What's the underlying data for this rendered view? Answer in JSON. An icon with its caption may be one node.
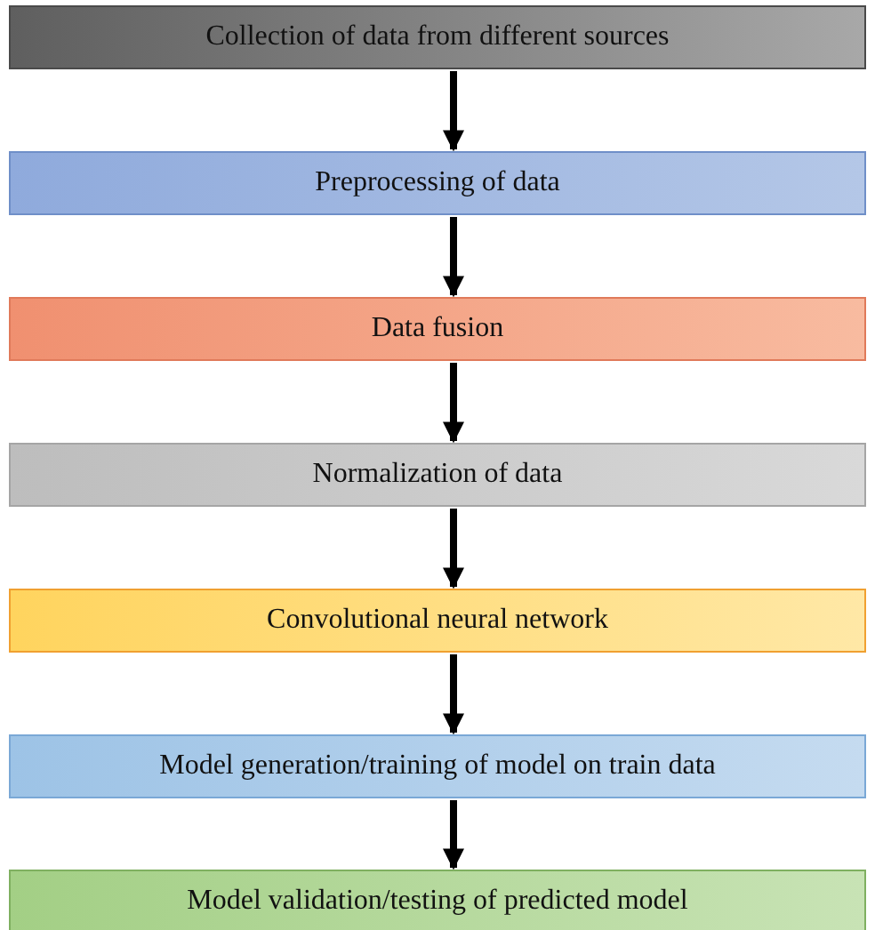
{
  "diagram": {
    "nodes": [
      {
        "text": [
          "Collection of data from different sources"
        ]
      },
      {
        "text": [
          "Preprocessing of data"
        ]
      },
      {
        "text": [
          "Data fusion"
        ]
      },
      {
        "text": [
          "Normalization of data"
        ]
      },
      {
        "text": [
          "Convolutional neural network"
        ]
      },
      {
        "text": [
          "Model generation/training of model on train data"
        ]
      },
      {
        "text": [
          "Model validation/testing of predicted model"
        ]
      }
    ],
    "edges": [
      {
        "from": 0,
        "to": 1,
        "arrow": "to"
      },
      {
        "from": 1,
        "to": 2,
        "arrow": "to"
      },
      {
        "from": 2,
        "to": 3,
        "arrow": "to"
      },
      {
        "from": 3,
        "to": 4,
        "arrow": "to"
      },
      {
        "from": 4,
        "to": 5,
        "arrow": "to"
      },
      {
        "from": 5,
        "to": 6,
        "arrow": "to"
      }
    ]
  }
}
